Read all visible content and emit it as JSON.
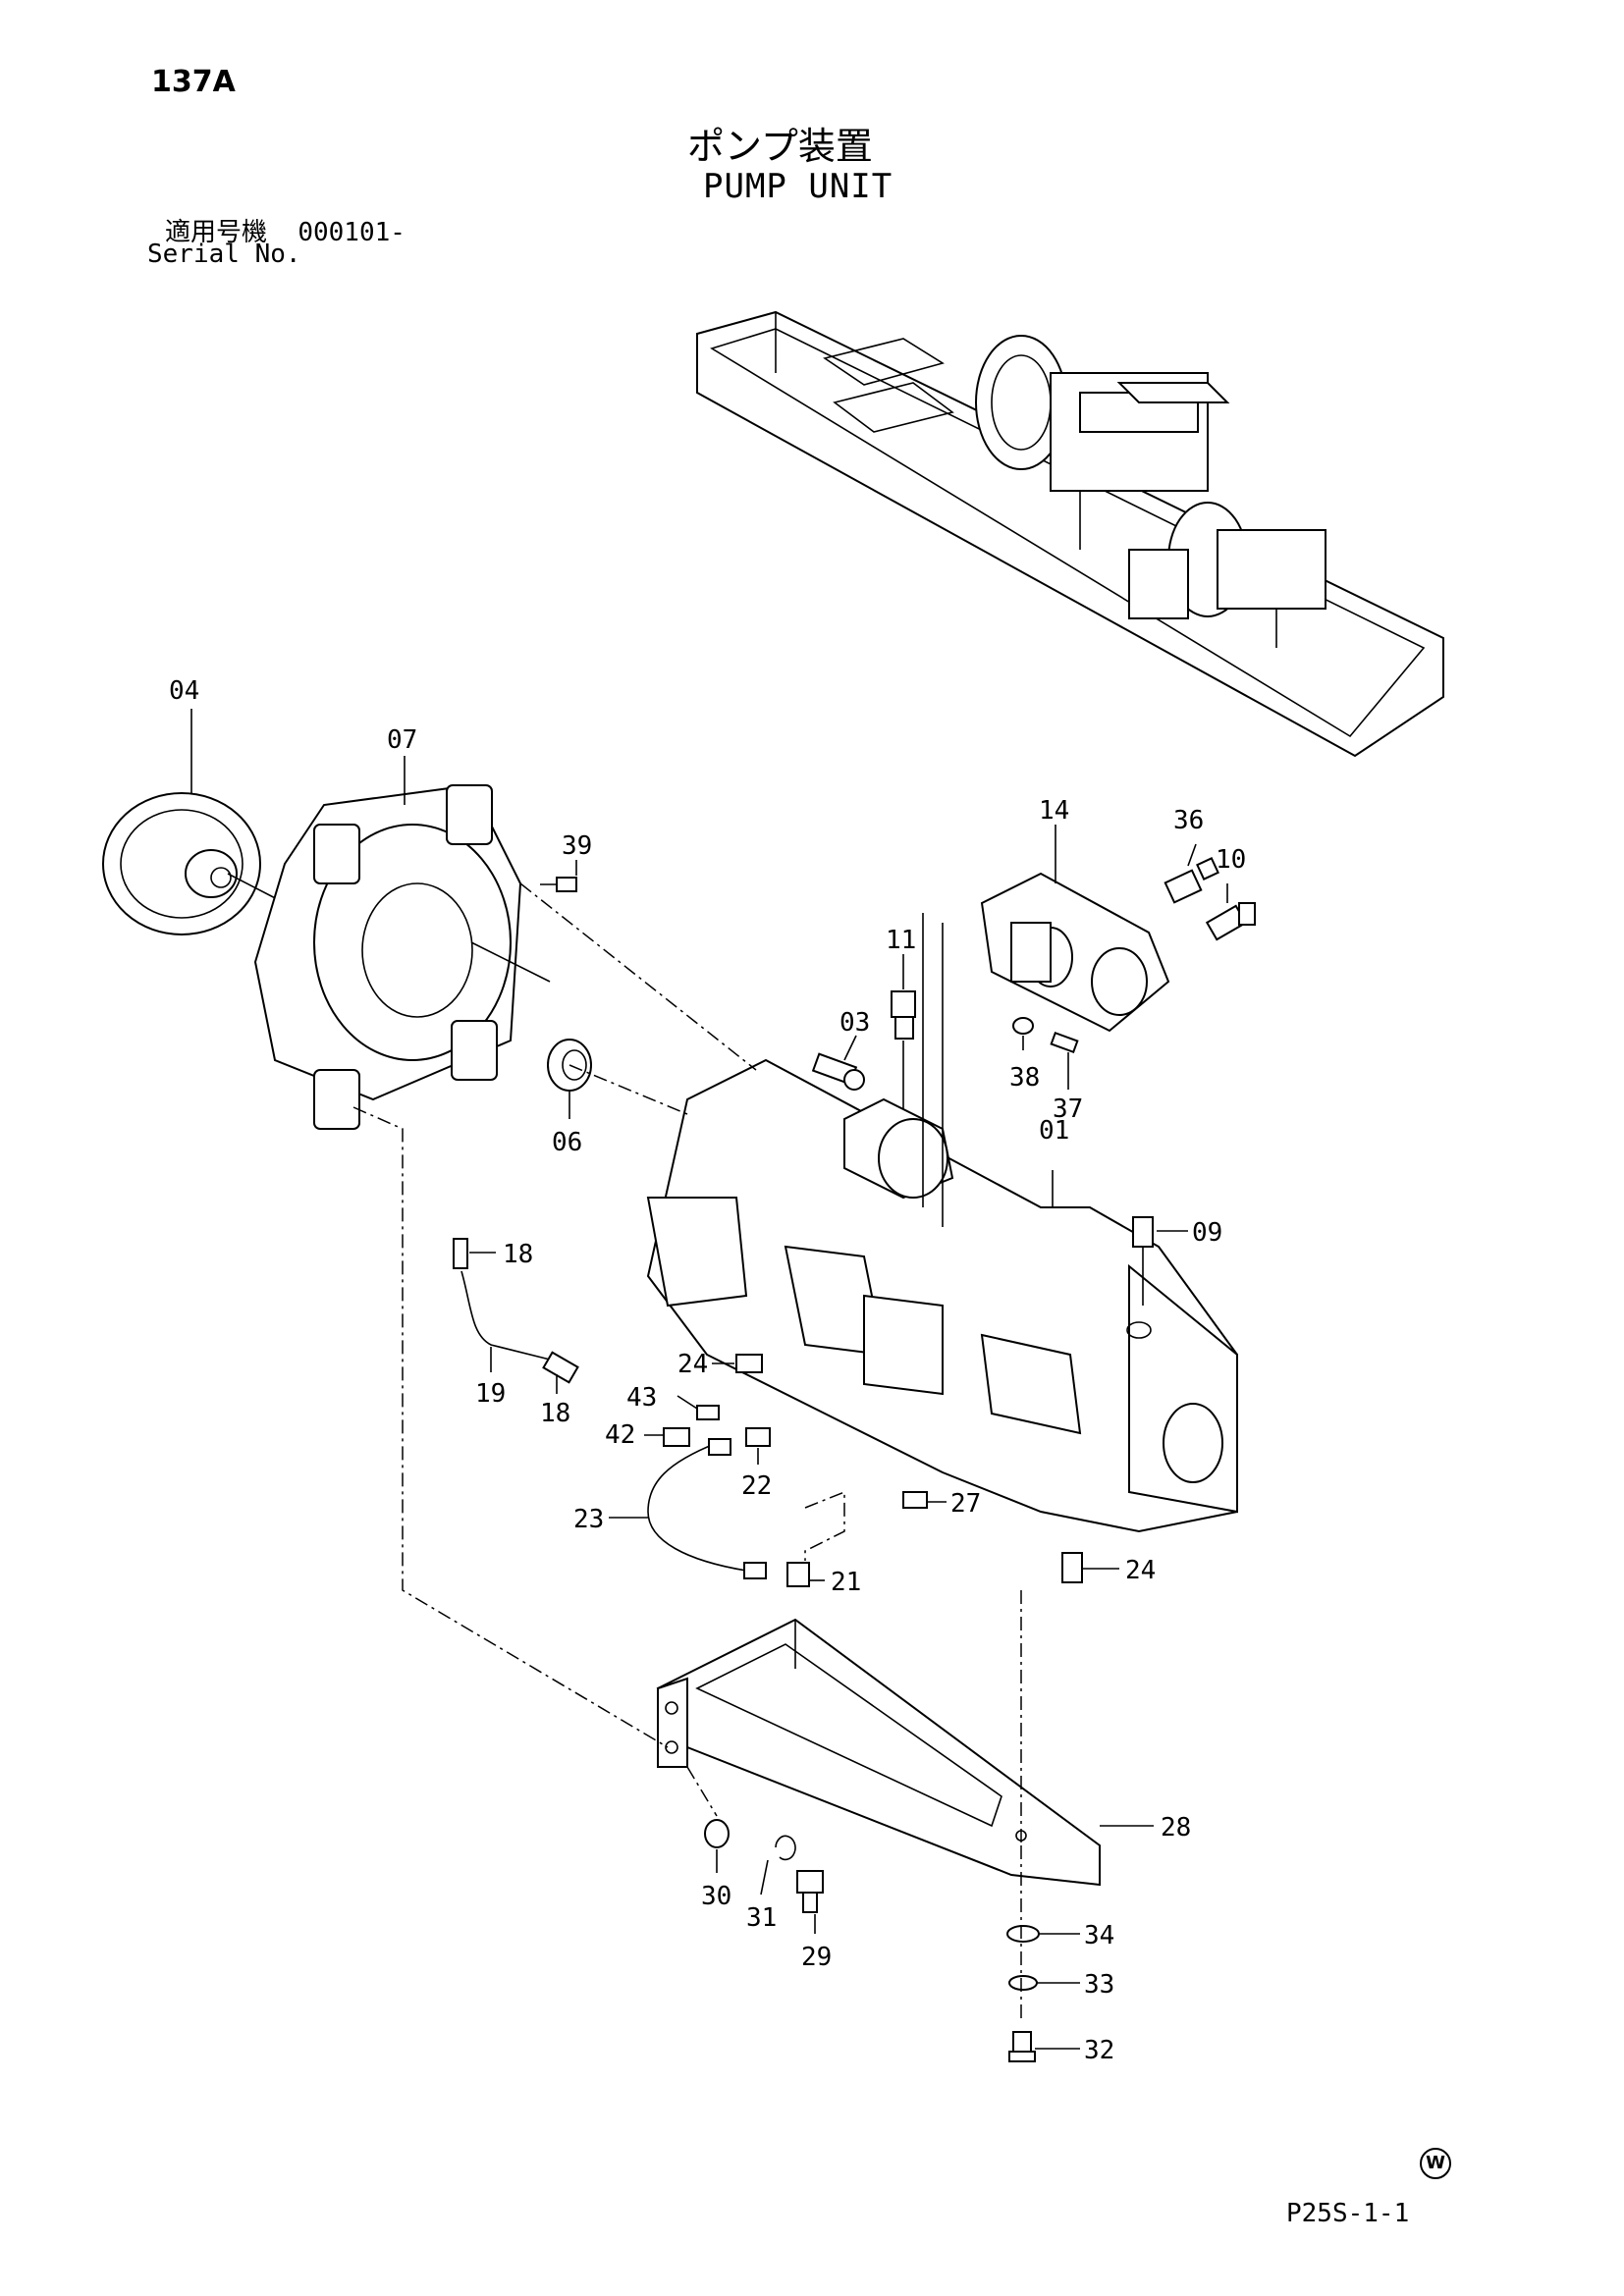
{
  "header": {
    "page_number": "137A",
    "title_jp": "ポンプ装置",
    "title_en": "PUMP UNIT",
    "serial_label_jp": "適用号機",
    "serial_value": "000101-",
    "serial_label_en": "Serial No."
  },
  "callouts": [
    {
      "id": "c01",
      "label": "01"
    },
    {
      "id": "c03",
      "label": "03"
    },
    {
      "id": "c04",
      "label": "04"
    },
    {
      "id": "c06",
      "label": "06"
    },
    {
      "id": "c07",
      "label": "07"
    },
    {
      "id": "c09",
      "label": "09"
    },
    {
      "id": "c10",
      "label": "10"
    },
    {
      "id": "c11",
      "label": "11"
    },
    {
      "id": "c14",
      "label": "14"
    },
    {
      "id": "c18a",
      "label": "18"
    },
    {
      "id": "c18b",
      "label": "18"
    },
    {
      "id": "c19",
      "label": "19"
    },
    {
      "id": "c21",
      "label": "21"
    },
    {
      "id": "c22",
      "label": "22"
    },
    {
      "id": "c23",
      "label": "23"
    },
    {
      "id": "c24a",
      "label": "24"
    },
    {
      "id": "c24b",
      "label": "24"
    },
    {
      "id": "c27",
      "label": "27"
    },
    {
      "id": "c28",
      "label": "28"
    },
    {
      "id": "c29",
      "label": "29"
    },
    {
      "id": "c30",
      "label": "30"
    },
    {
      "id": "c31",
      "label": "31"
    },
    {
      "id": "c32",
      "label": "32"
    },
    {
      "id": "c33",
      "label": "33"
    },
    {
      "id": "c34",
      "label": "34"
    },
    {
      "id": "c36",
      "label": "36"
    },
    {
      "id": "c37",
      "label": "37"
    },
    {
      "id": "c38",
      "label": "38"
    },
    {
      "id": "c39",
      "label": "39"
    },
    {
      "id": "c42",
      "label": "42"
    },
    {
      "id": "c43",
      "label": "43"
    }
  ],
  "footer": {
    "watermark": "W",
    "document_code": "P25S-1-1"
  }
}
